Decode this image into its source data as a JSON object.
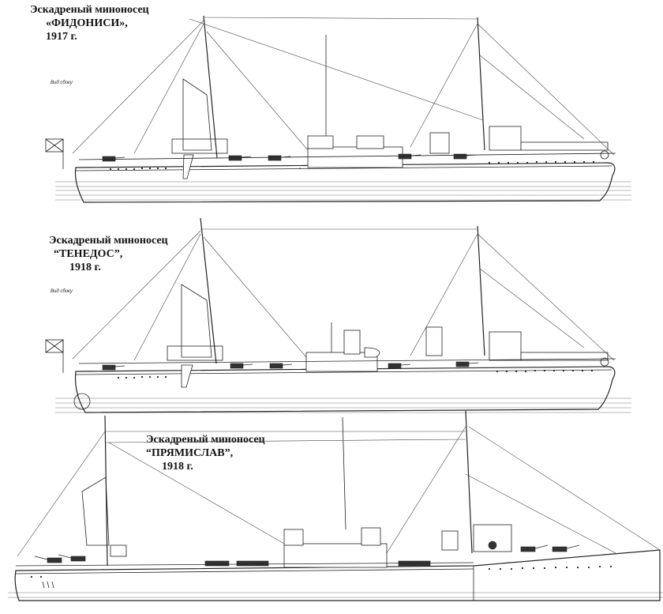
{
  "ships": [
    {
      "caption": [
        "Эскадреный миноносец",
        "«ФИДОНИСИ»,",
        "1917 г."
      ],
      "view_label": "Вид сбоку"
    },
    {
      "caption": [
        "Эскадреный миноносец",
        "“ТЕНЕДОС”,",
        "1918 г."
      ],
      "view_label": "Вид сбоку"
    },
    {
      "caption": [
        "Эскадреный миноносец",
        "“ПРЯМИСЛАВ”,",
        "1918 г."
      ],
      "view_label": ""
    }
  ]
}
